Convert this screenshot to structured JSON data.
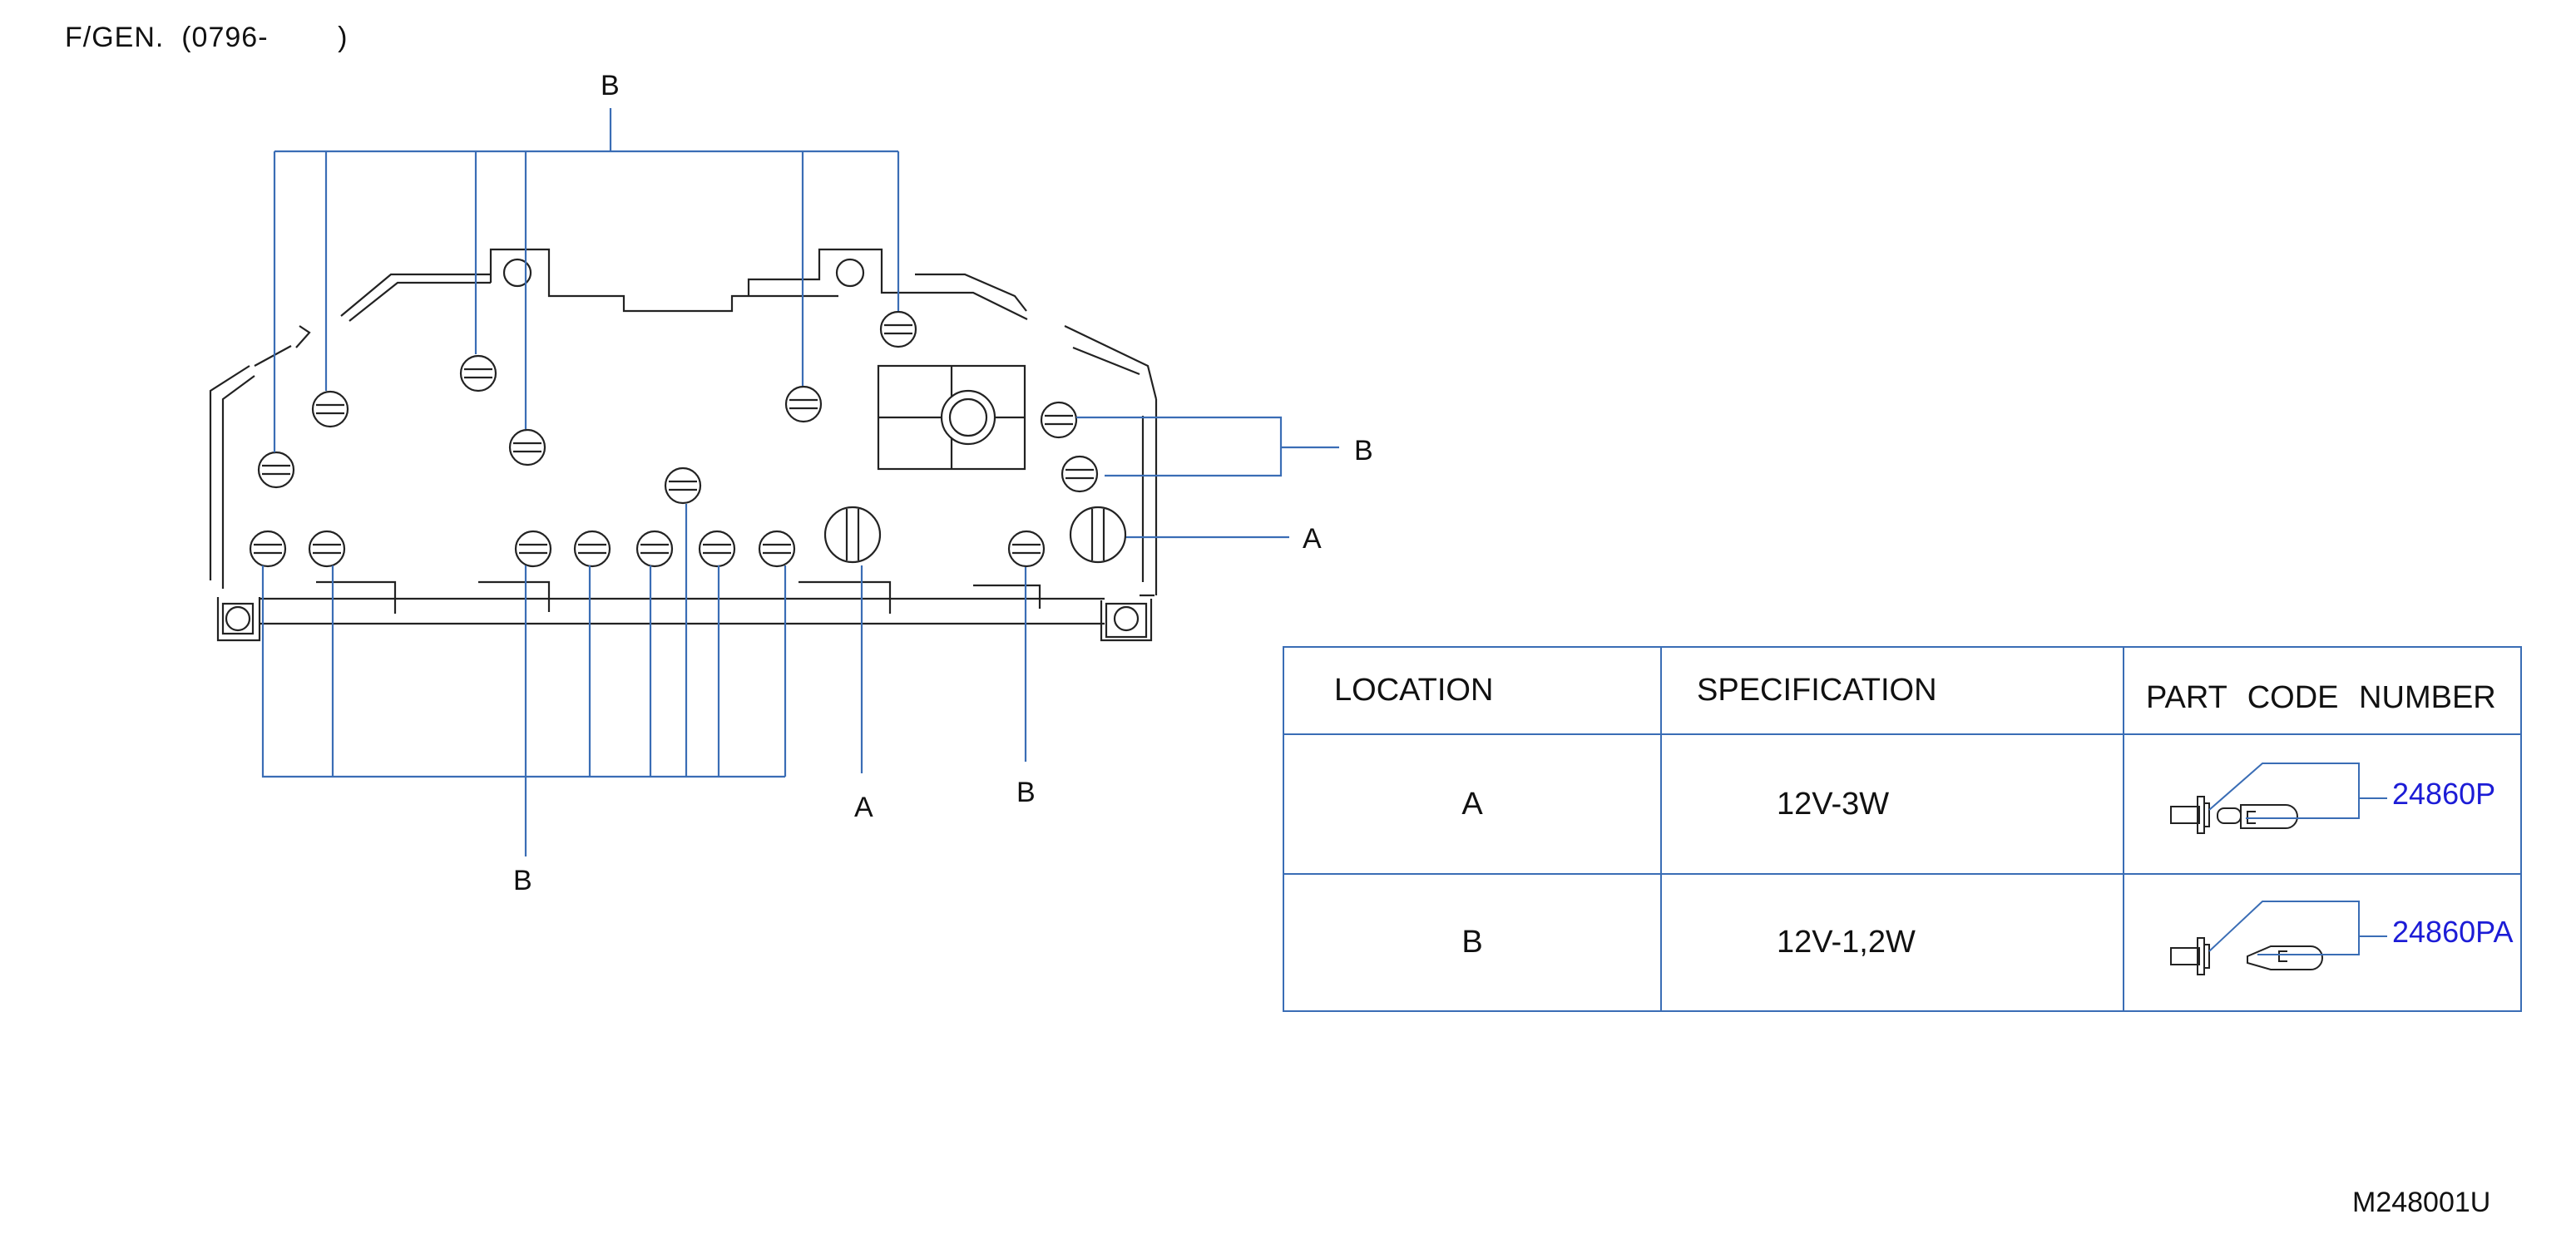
{
  "header": {
    "title": "F/GEN.  (0796-        )"
  },
  "diagram": {
    "callouts": {
      "b_top": "B",
      "b_right": "B",
      "a_right": "A",
      "b_bottom": "B",
      "a_bottom": "A",
      "b_bottom_right": "B"
    }
  },
  "table": {
    "headers": [
      "LOCATION",
      "SPECIFICATION",
      "PART  CODE  NUMBER"
    ],
    "rows": [
      {
        "location": "A",
        "specification": "12V-3W",
        "part_code": "24860P"
      },
      {
        "location": "B",
        "specification": "12V-1,2W",
        "part_code": "24860PA"
      }
    ]
  },
  "footer": {
    "ref_code": "M248001U"
  },
  "colors": {
    "leader_line": "#3a6db5",
    "part_code_text": "#1c1cd6",
    "drawing": "#222222"
  }
}
